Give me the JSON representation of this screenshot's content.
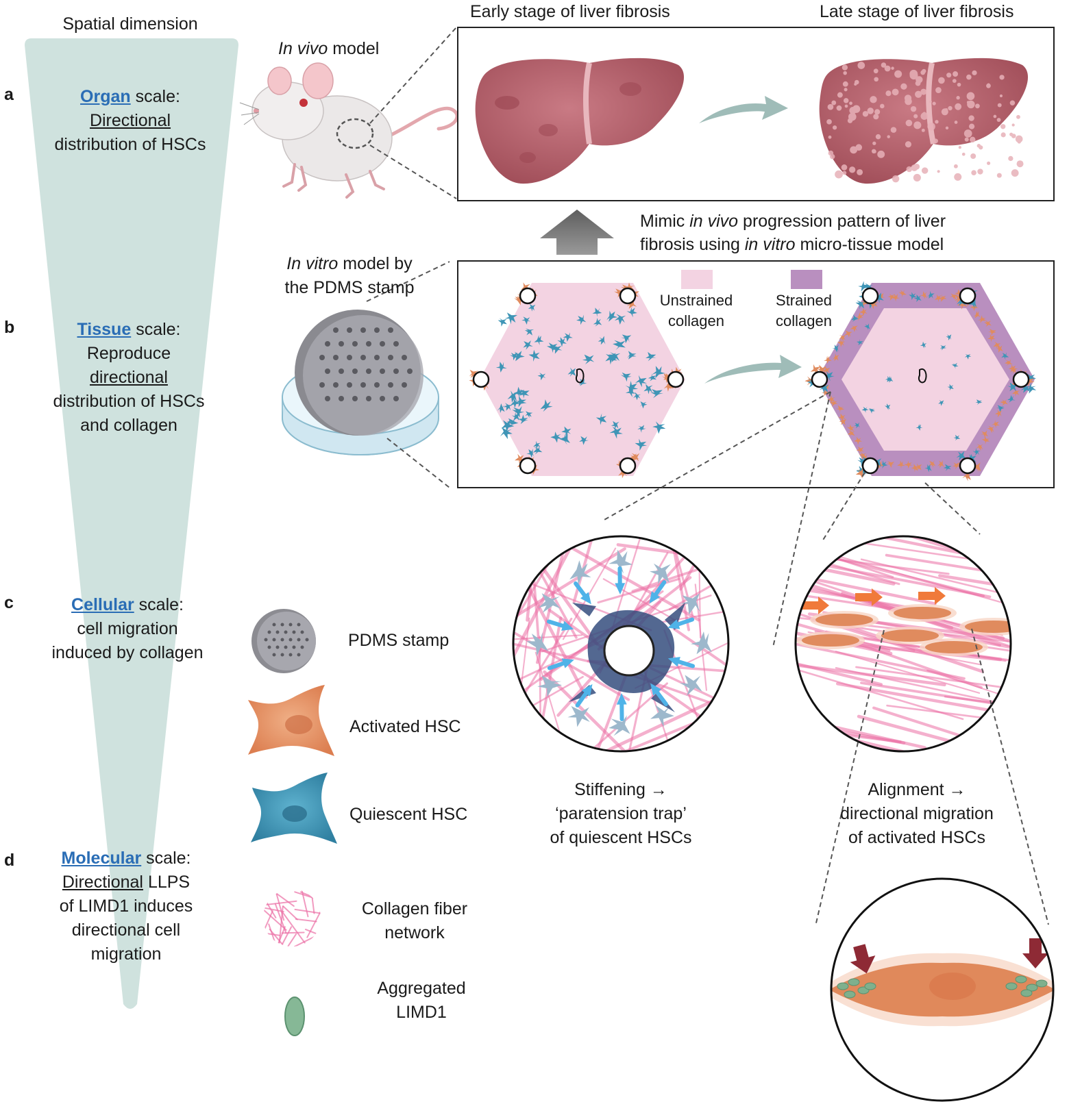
{
  "spatial_header": "Spatial dimension",
  "panels": {
    "a": {
      "letter": "a",
      "keyword": "Organ",
      "scale_word": "scale:",
      "line2": "Directional",
      "line3": "distribution of HSCs"
    },
    "b": {
      "letter": "b",
      "keyword": "Tissue",
      "scale_word": "scale:",
      "line2": "Reproduce",
      "line3": "directional",
      "line4": "distribution of HSCs",
      "line5": "and collagen"
    },
    "c": {
      "letter": "c",
      "keyword": "Cellular",
      "scale_word": "scale:",
      "line2": "cell migration",
      "line3": "induced by collagen"
    },
    "d": {
      "letter": "d",
      "keyword": "Molecular",
      "scale_word": "scale:",
      "line2_underlined": "Directional",
      "line2_rest": "LLPS",
      "line3": "of LIMD1 induces",
      "line4": "directional cell",
      "line5": "migration"
    }
  },
  "invivo": {
    "label_italic": "In vivo",
    "label_rest": "model",
    "early_title": "Early stage of liver fibrosis",
    "late_title": "Late stage of liver fibrosis"
  },
  "mimic": {
    "line1_a": "Mimic",
    "line1_i": "in vivo",
    "line1_b": "progression pattern of liver",
    "line2_a": "fibrosis using",
    "line2_i": "in vitro",
    "line2_b": "micro-tissue model"
  },
  "invitro": {
    "line1_i": "In vitro",
    "line1_rest": "model by",
    "line2": "the PDMS stamp"
  },
  "collagen_legend": {
    "unstrained_1": "Unstrained",
    "unstrained_2": "collagen",
    "strained_1": "Strained",
    "strained_2": "collagen",
    "unstrained_color": "#f3d3e2",
    "strained_color": "#b98fbf"
  },
  "captions": {
    "stiff_1": "Stiffening →",
    "stiff_2": "‘paratension trap’",
    "stiff_3": "of quiescent HSCs",
    "align_1": "Alignment →",
    "align_2": "directional migration",
    "align_3": "of activated HSCs"
  },
  "legend": {
    "pdms": "PDMS stamp",
    "activated": "Activated HSC",
    "quiescent": "Quiescent HSC",
    "collagen_1": "Collagen fiber",
    "collagen_2": "network",
    "limd1_1": "Aggregated",
    "limd1_2": "LIMD1"
  },
  "colors": {
    "wedge": "#cfe2de",
    "link_blue": "#2a6db5",
    "liver": "#b8606a",
    "activated_hsc": "#e08b5e",
    "quiescent_hsc": "#3f95b6",
    "collagen_fiber": "#ec6fa5",
    "limd1": "#7fb08d",
    "big_arrow": "#606060"
  }
}
